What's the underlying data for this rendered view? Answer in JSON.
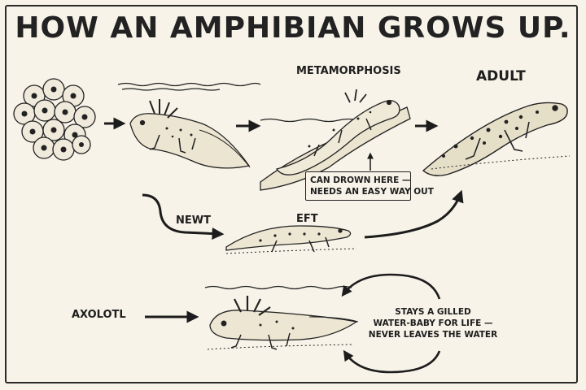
{
  "title": "HOW AN AMPHIBIAN GROWS UP.",
  "stages": {
    "metamorphosis": "METAMORPHOSIS",
    "adult": "ADULT",
    "newt": "NEWT",
    "eft": "EFT",
    "axolotl": "AXOLOTL"
  },
  "notes": {
    "drown": [
      "CAN DROWN HERE —",
      "NEEDS AN EASY WAY OUT"
    ],
    "axolotl": [
      "STAYS A GILLED",
      "WATER-BABY FOR LIFE —",
      "NEVER LEAVES THE WATER"
    ]
  },
  "icons": {
    "eggs": "egg-cluster-illustration",
    "larva": "aquatic-larva-illustration",
    "metamorph": "metamorphosing-salamander-illustration",
    "adult": "adult-salamander-illustration",
    "eft": "eft-illustration",
    "axolotl": "axolotl-illustration"
  },
  "colors": {
    "paper": "#f7f3e8",
    "ink": "#1c1c1c"
  }
}
